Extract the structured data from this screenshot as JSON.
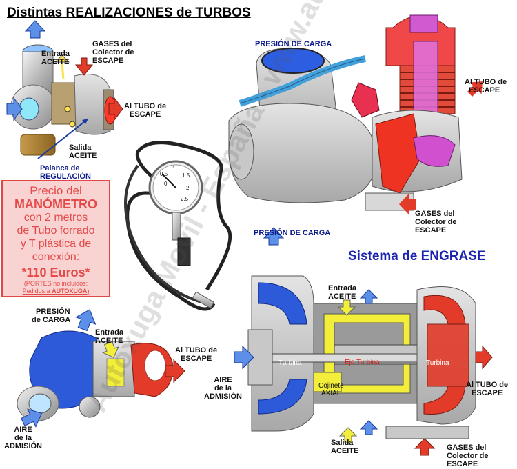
{
  "header": {
    "title_prefix": "Distintas",
    "title_bold": "REALIZACIONES de TURBOS"
  },
  "turbo1": {
    "entrada_line1": "Entrada",
    "entrada_line2": "ACEITE",
    "gases_line1": "GASES del",
    "gases_line2": "Colector de",
    "gases_line3": "ESCAPE",
    "tubo_line1": "Al TUBO de",
    "tubo_line2": "ESCAPE",
    "salida_line1": "Salida",
    "salida_line2": "ACEITE",
    "palanca_line1": "Palanca de",
    "palanca_line2": "REGULACIÓN"
  },
  "turbo2": {
    "presion": "PRESIÓN DE CARGA",
    "tubo_line1": "Al TUBO de",
    "tubo_line2": "ESCAPE",
    "gases_line1": "GASES del",
    "gases_line2": "Colector de",
    "gases_line3": "ESCAPE",
    "presion_bottom": "PRESIÓN DE CARGA"
  },
  "price": {
    "line1": "Precio del",
    "line2": "MANÓMETRO",
    "line3": "con 2 metros",
    "line4": "de Tubo forrado",
    "line5": "y T plástica de",
    "line6": "conexión:",
    "price": "*110 Euros*",
    "note1": "(PORTES  no incluidos:",
    "note2_prefix": "Pedidos a ",
    "note2_brand": "AUTOXUGA",
    "note2_suffix": ")"
  },
  "turbo3": {
    "presion_line1": "PRESIÓN",
    "presion_line2": "de CARGA",
    "entrada_line1": "Entrada",
    "entrada_line2": "ACEITE",
    "tubo_line1": "Al TUBO de",
    "tubo_line2": "ESCAPE",
    "aire_line1": "AIRE",
    "aire_line2": "de la",
    "aire_line3": "ADMISIÓN"
  },
  "engrase": {
    "title": "Sistema de ENGRASE",
    "entrada_line1": "Entrada",
    "entrada_line2": "ACEITE",
    "turbina_left": "Turbina",
    "eje": "Eje Turbina",
    "turbina_right": "Turbina",
    "cojinete_line1": "Cojinete",
    "cojinete_line2": "AXIAL",
    "aire_line1": "AIRE",
    "aire_line2": "de la",
    "aire_line3": "ADMISIÓN",
    "tubo_line1": "Al TUBO de",
    "tubo_line2": "ESCAPE",
    "salida_line1": "Salida",
    "salida_line2": "ACEITE",
    "gases_line1": "GASES del",
    "gases_line2": "Colector de",
    "gases_line3": "ESCAPE"
  },
  "gauge": {
    "scale": [
      "0",
      "0.5",
      "1",
      "1.5",
      "2",
      "2.5"
    ]
  },
  "watermark": "Autoxuga Movil - España - www.autoxuga.com",
  "colors": {
    "arrow_blue": "#5b8fe8",
    "arrow_red": "#e23b2a",
    "compressor_blue": "#2d60d8",
    "turbine_red": "#e83b2a",
    "oil_yellow": "#f2ee3a",
    "pricebox_bg": "#f8d3d1",
    "pricebox_text": "#e34a4a",
    "title_blue": "#1a24b0"
  }
}
